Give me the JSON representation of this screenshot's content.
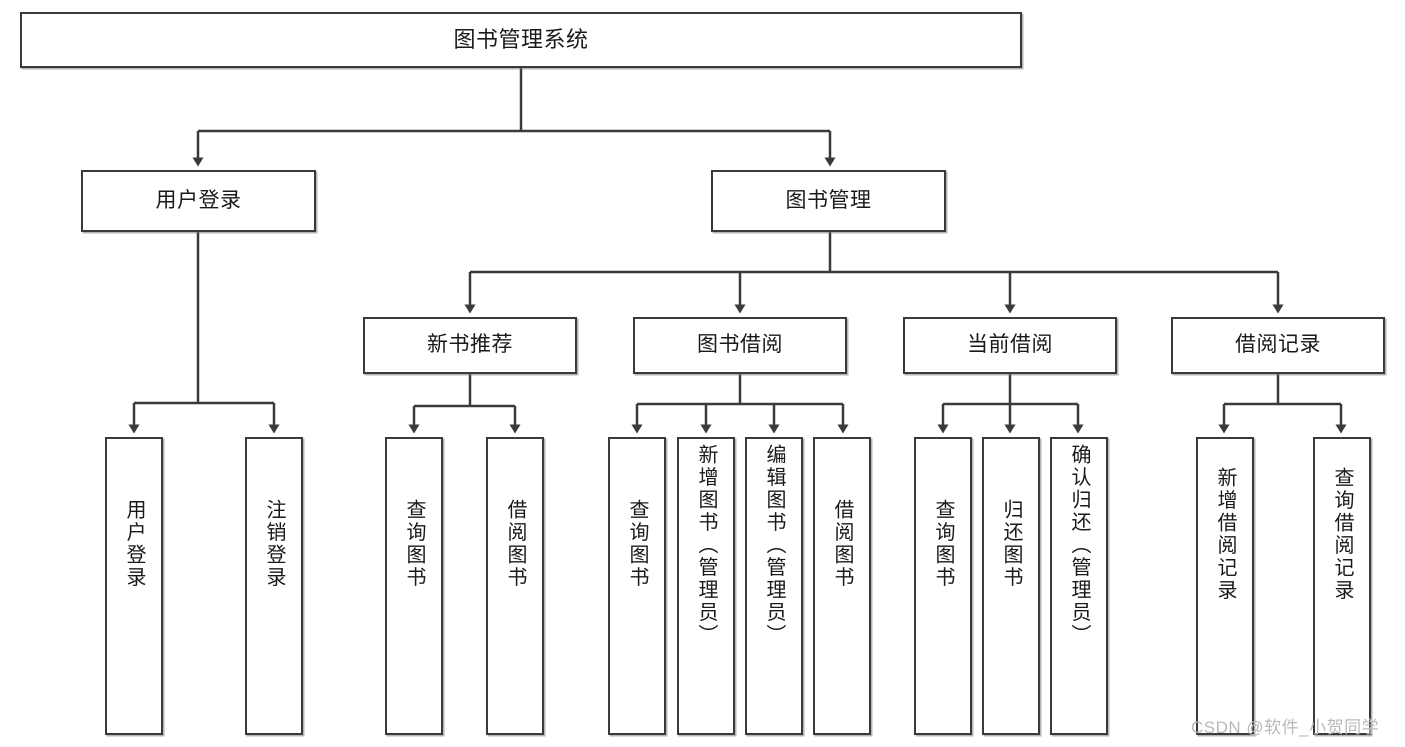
{
  "diagram": {
    "title": "图书管理系统",
    "type": "tree-structure-chart",
    "watermark": "CSDN @软件_小贺同学",
    "colors": {
      "border": "#3a3a3a",
      "fill": "#ffffff",
      "text": "#1a1a1a",
      "watermark": "#b9b9b9"
    },
    "levels": {
      "root": "图书管理系统",
      "level2": [
        "用户登录",
        "图书管理"
      ],
      "level3": [
        "新书推荐",
        "图书借阅",
        "当前借阅",
        "借阅记录"
      ]
    },
    "nodes": {
      "root": {
        "label": "图书管理系统"
      },
      "user_login": {
        "label": "用户登录"
      },
      "book_manage": {
        "label": "图书管理"
      },
      "new_book_rec": {
        "label": "新书推荐"
      },
      "book_borrow": {
        "label": "图书借阅"
      },
      "current_borrow": {
        "label": "当前借阅"
      },
      "borrow_record": {
        "label": "借阅记录"
      },
      "leaf_user_login": {
        "label": "用户登录"
      },
      "leaf_logout": {
        "label": "注销登录"
      },
      "leaf_query_book_1": {
        "label": "查询图书"
      },
      "leaf_borrow_book_1": {
        "label": "借阅图书"
      },
      "leaf_query_book_2": {
        "label": "查询图书"
      },
      "leaf_add_book": {
        "label": "新增图书（管理员）"
      },
      "leaf_edit_book": {
        "label": "编辑图书（管理员）"
      },
      "leaf_borrow_book_2": {
        "label": "借阅图书"
      },
      "leaf_query_book_3": {
        "label": "查询图书"
      },
      "leaf_return_book": {
        "label": "归还图书"
      },
      "leaf_confirm_return": {
        "label": "确认归还（管理员）"
      },
      "leaf_add_record": {
        "label": "新增借阅记录"
      },
      "leaf_query_record": {
        "label": "查询借阅记录"
      }
    }
  }
}
